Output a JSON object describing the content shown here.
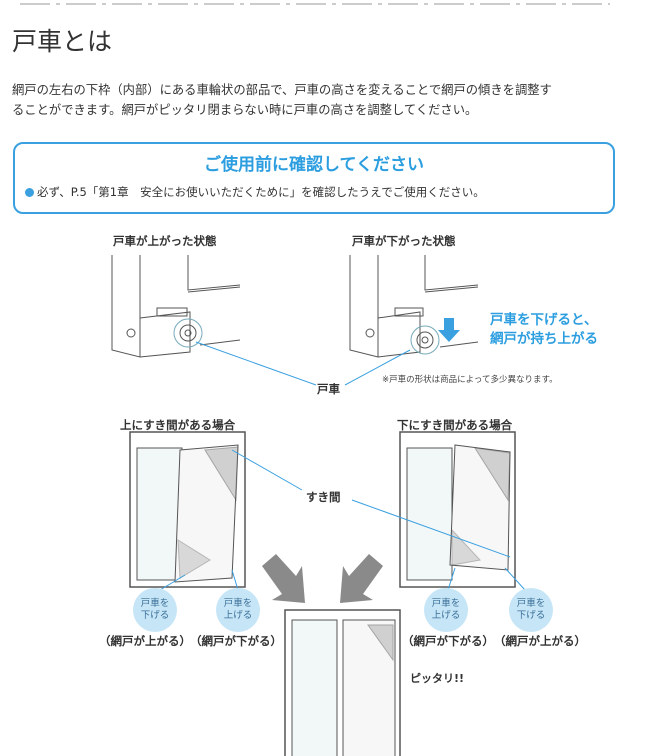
{
  "title": "戸車とは",
  "intro": [
    "網戸の左右の下枠（内部）にある車輪状の部品で、戸車の高さを変えることで網戸の傾きを調整す",
    "ることができます。網戸がピッタリ閉まらない時に戸車の高さを調整してください。"
  ],
  "notice": {
    "heading": "ご使用前に確認してください",
    "bullet": "必ず、P.5「第1章　安全にお使いいただくために」を確認したうえでご使用ください。"
  },
  "wheel_states": {
    "raised": "戸車が上がった状態",
    "lowered": "戸車が下がった状態",
    "lower_effect": [
      "戸車を下げると、",
      "網戸が持ち上がる"
    ],
    "wheel_label": "戸車",
    "note": "※戸車の形状は商品によって多少異なります。"
  },
  "gaps": {
    "top_case": "上にすき間がある場合",
    "bottom_case": "下にすき間がある場合",
    "gap_label": "すき間",
    "actions": [
      {
        "line1": "戸車を",
        "line2": "下げる",
        "result": "（網戸が上がる）"
      },
      {
        "line1": "戸車を",
        "line2": "上げる",
        "result": "（網戸が下がる）"
      },
      {
        "line1": "戸車を",
        "line2": "上げる",
        "result": "（網戸が下がる）"
      },
      {
        "line1": "戸車を",
        "line2": "下げる",
        "result": "（網戸が上がる）"
      }
    ],
    "result": "ピッタリ!!"
  }
}
